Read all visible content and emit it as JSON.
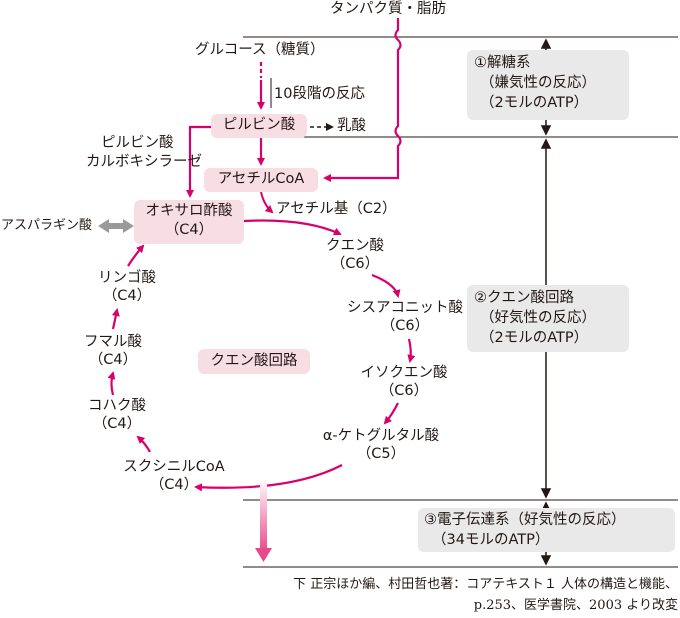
{
  "top": {
    "lipid_protein": "タンパク質・脂肪",
    "glucose": "グルコース（糖質）",
    "ten_steps": "10段階の反応"
  },
  "nodes": {
    "pyruvate": "ピルビン酸",
    "lactate": "乳酸",
    "acetyl_coa": "アセチルCoA",
    "acetyl_group": "アセチル基（C2）",
    "pyruvate_carboxylase_1": "ピルビン酸",
    "pyruvate_carboxylase_2": "カルボキシラーゼ",
    "asparagine": "アスパラギン酸",
    "oxaloacetate": "オキサロ酢酸",
    "oxaloacetate_c": "（C4）",
    "citrate": "クエン酸",
    "citrate_c": "（C6）",
    "cis_aconitate": "シスアコニット酸",
    "cis_aconitate_c": "（C6）",
    "isocitrate": "イソクエン酸",
    "isocitrate_c": "（C6）",
    "ketoglutarate": "α-ケトグルタル酸",
    "ketoglutarate_c": "（C5）",
    "succinyl_coa": "スクシニルCoA",
    "succinyl_coa_c": "（C4）",
    "succinate": "コハク酸",
    "succinate_c": "（C4）",
    "fumarate": "フマル酸",
    "fumarate_c": "（C4）",
    "malate": "リンゴ酸",
    "malate_c": "（C4）",
    "cycle_center": "クエン酸回路"
  },
  "stages": {
    "glycolysis": [
      "①解糖系",
      "（嫌気性の反応）",
      "（2モルのATP）"
    ],
    "citric_acid": [
      "②クエン酸回路",
      "（好気性の反応）",
      "（2モルのATP）"
    ],
    "electron_transport": [
      "③電子伝達系（好気性の反応）",
      "（34モルのATP）"
    ]
  },
  "credit": {
    "line1": "下 正宗ほか編、村田哲也著：コアテキスト１ 人体の構造と機能、",
    "line2": "p.253、医学書院、2003 より改変"
  },
  "colors": {
    "accent": "#d9006c",
    "box_pink": "#f7dde4",
    "box_gray": "#e9e9e9",
    "text": "#231815",
    "arrow_gray": "#9a9a9a"
  }
}
